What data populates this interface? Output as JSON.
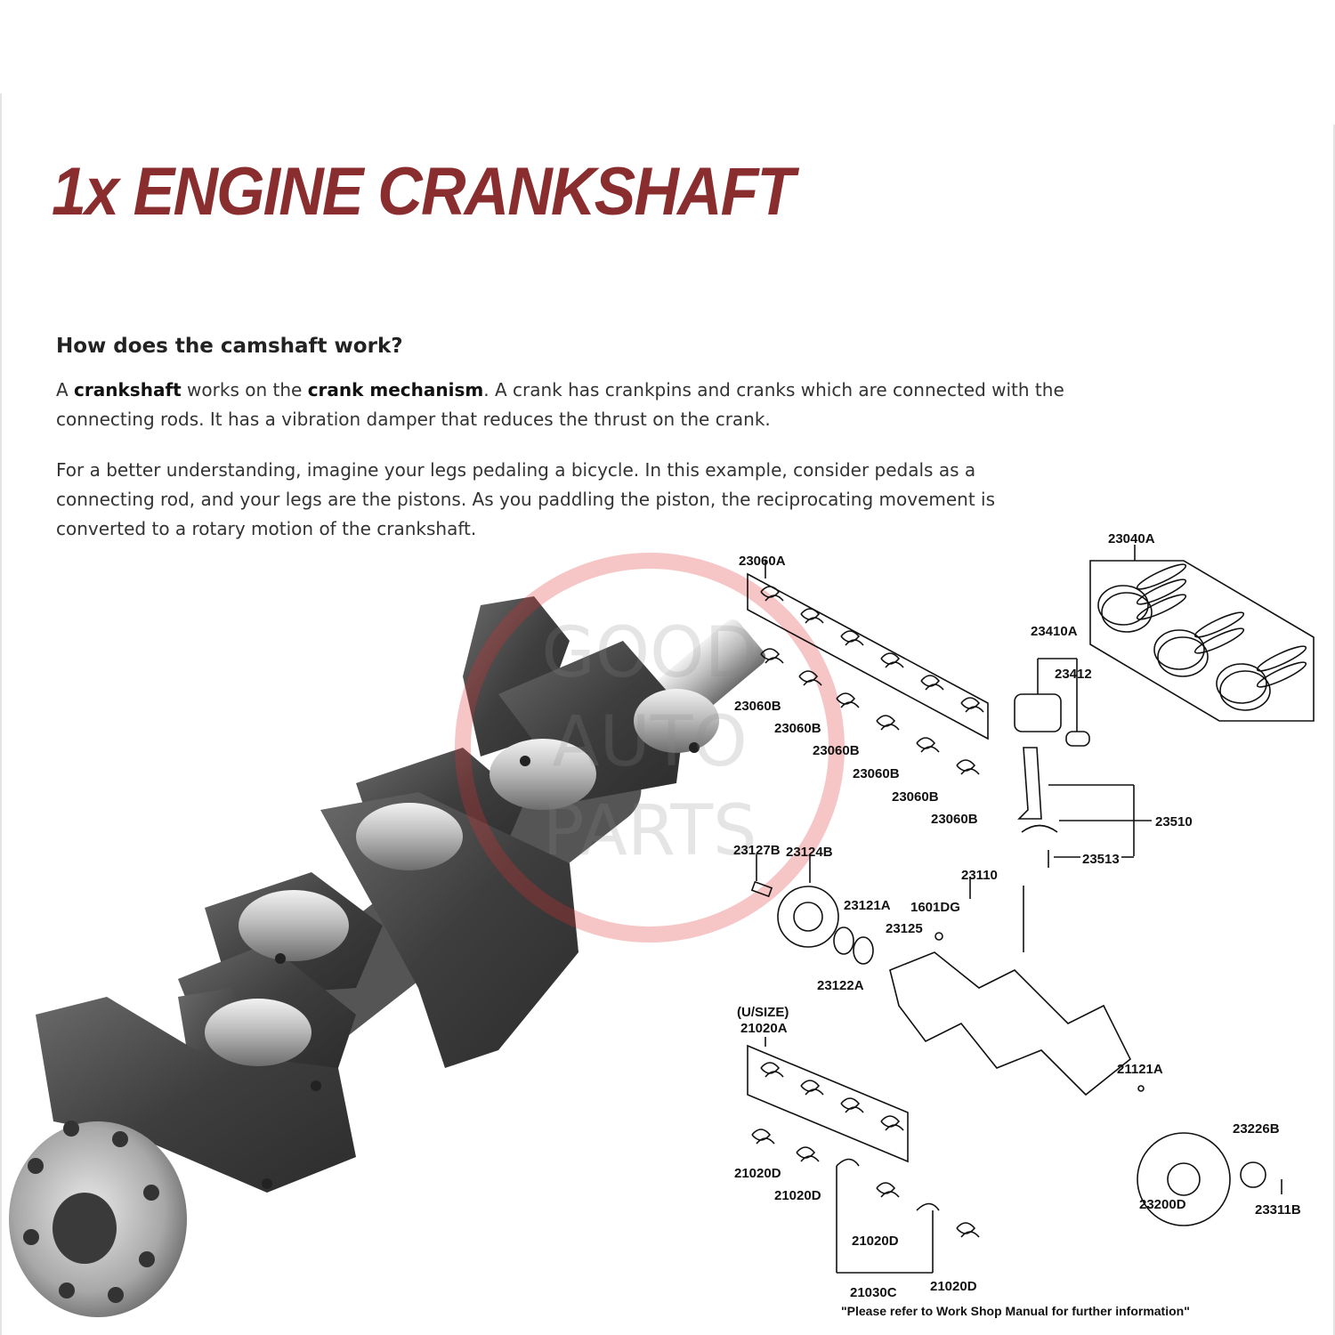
{
  "title": "1x ENGINE CRANKSHAFT",
  "section": {
    "heading": "How does the camshaft work?",
    "para1": {
      "t1": "A ",
      "b1": "crankshaft",
      "t2": " works on the ",
      "b2": "crank mechanism",
      "t3": ". A crank has crankpins and cranks which are connected with the connecting rods. It has a vibration damper that reduces the thrust on the crank."
    },
    "para2": "For a better understanding, imagine your legs pedaling a bicycle. In this example, consider pedals as a connecting rod, and your legs are the pistons. As you paddling the piston, the reciprocating movement is converted to a rotary motion of the crankshaft."
  },
  "watermark": {
    "line1": "GOOD",
    "line2": "AUTO",
    "line3": "PARTS"
  },
  "diagram": {
    "labels": {
      "l23060A": "23060A",
      "l23060B": "23060B",
      "l23040A": "23040A",
      "l23410A": "23410A",
      "l23412": "23412",
      "l23510": "23510",
      "l23513": "23513",
      "l23127B": "23127B",
      "l23124B": "23124B",
      "l23110": "23110",
      "l23121A": "23121A",
      "l1601DG": "1601DG",
      "l23125": "23125",
      "l23122A": "23122A",
      "usize": "(U/SIZE)",
      "l21020A": "21020A",
      "l21020D": "21020D",
      "l21121A": "21121A",
      "l23226B": "23226B",
      "l23200D": "23200D",
      "l23311B": "23311B",
      "l21030C": "21030C"
    },
    "note": "\"Please refer to Work Shop Manual for further information\""
  },
  "colors": {
    "title": "#8a2d2f",
    "watermark": "#e03030",
    "metal_dark": "#4a4a4a",
    "metal_light": "#c9c9c9"
  }
}
